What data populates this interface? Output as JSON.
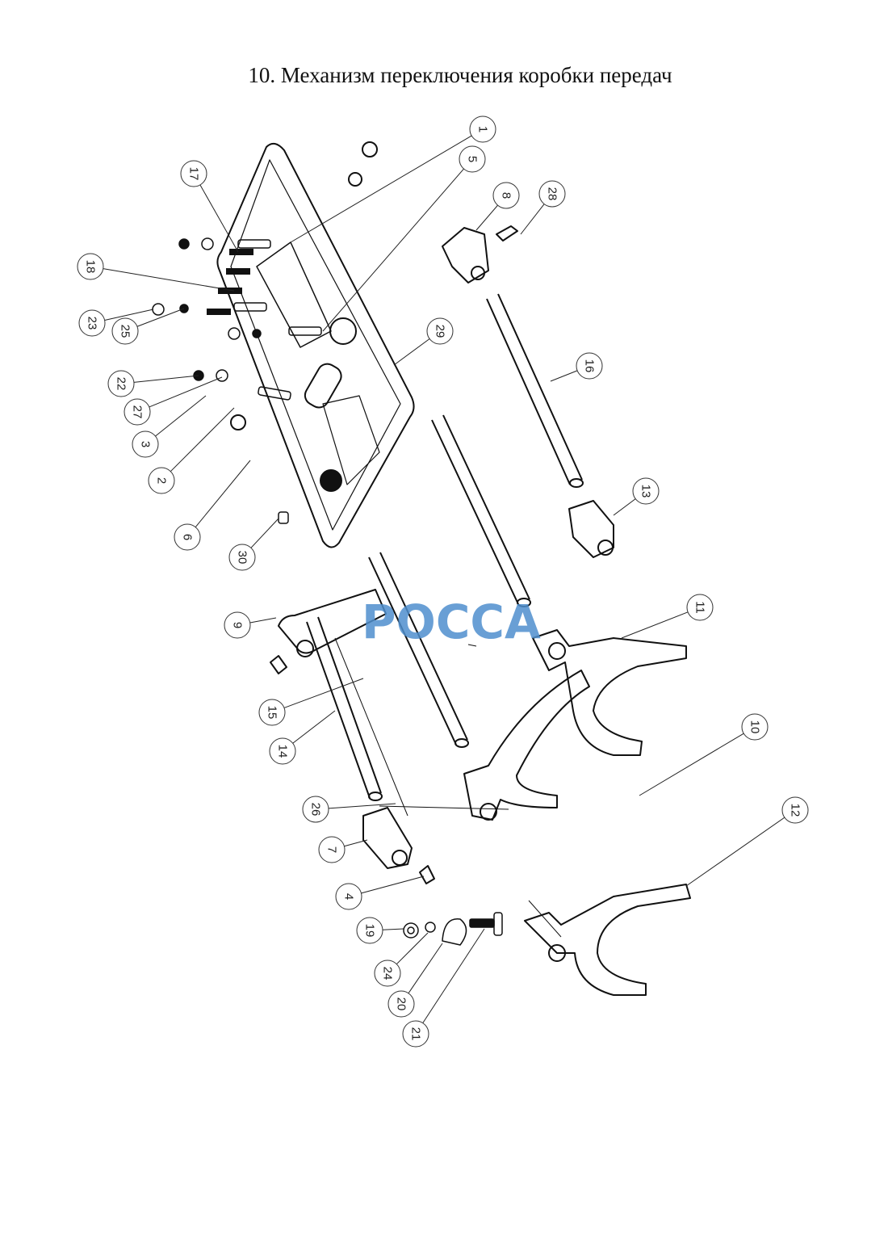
{
  "title": "10. Механизм переключения коробки передач",
  "watermark": "РОССА",
  "callouts": [
    "1",
    "5",
    "8",
    "28",
    "17",
    "18",
    "23",
    "25",
    "22",
    "27",
    "3",
    "2",
    "6",
    "30",
    "29",
    "16",
    "13",
    "11",
    "9",
    "15",
    "14",
    "10",
    "26",
    "12",
    "7",
    "4",
    "19",
    "24",
    "20",
    "21"
  ],
  "colors": {
    "line": "#111111",
    "watermark": "#4f8fce"
  }
}
